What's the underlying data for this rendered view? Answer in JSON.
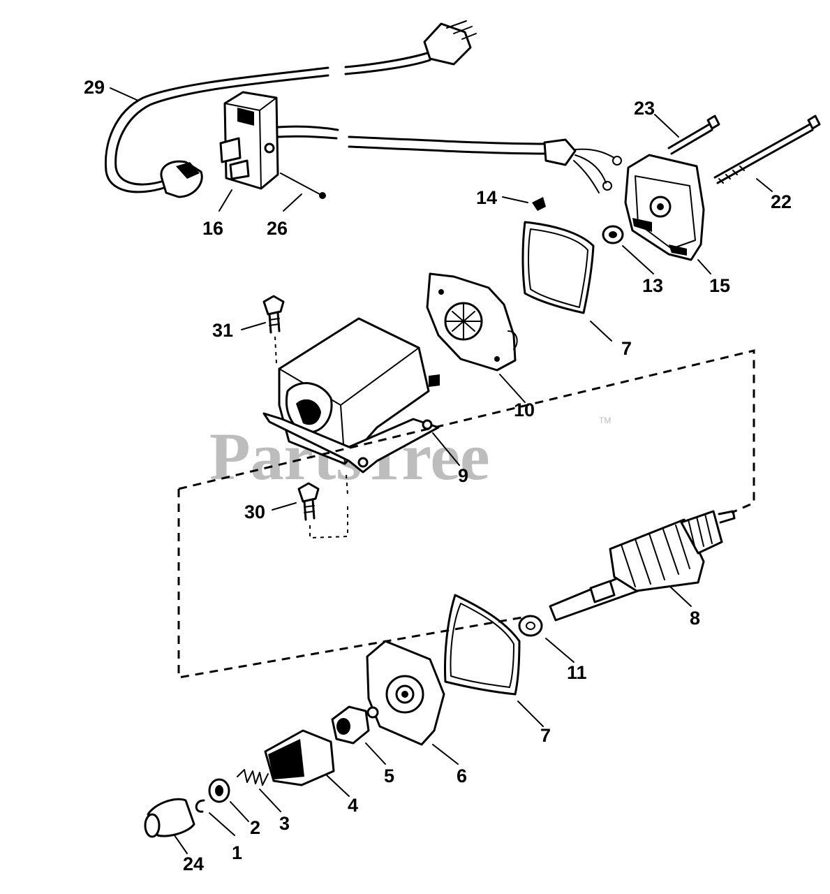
{
  "watermark": {
    "text": "PartsTree",
    "trademark": "TM"
  },
  "callouts": [
    {
      "id": "29",
      "text": "29"
    },
    {
      "id": "16",
      "text": "16"
    },
    {
      "id": "26",
      "text": "26"
    },
    {
      "id": "23",
      "text": "23"
    },
    {
      "id": "22",
      "text": "22"
    },
    {
      "id": "14",
      "text": "14"
    },
    {
      "id": "13",
      "text": "13"
    },
    {
      "id": "15",
      "text": "15"
    },
    {
      "id": "7a",
      "text": "7"
    },
    {
      "id": "31",
      "text": "31"
    },
    {
      "id": "10",
      "text": "10"
    },
    {
      "id": "9",
      "text": "9"
    },
    {
      "id": "30",
      "text": "30"
    },
    {
      "id": "8",
      "text": "8"
    },
    {
      "id": "11",
      "text": "11"
    },
    {
      "id": "7b",
      "text": "7"
    },
    {
      "id": "6",
      "text": "6"
    },
    {
      "id": "5",
      "text": "5"
    },
    {
      "id": "4",
      "text": "4"
    },
    {
      "id": "3",
      "text": "3"
    },
    {
      "id": "2",
      "text": "2"
    },
    {
      "id": "1",
      "text": "1"
    },
    {
      "id": "24",
      "text": "24"
    }
  ]
}
